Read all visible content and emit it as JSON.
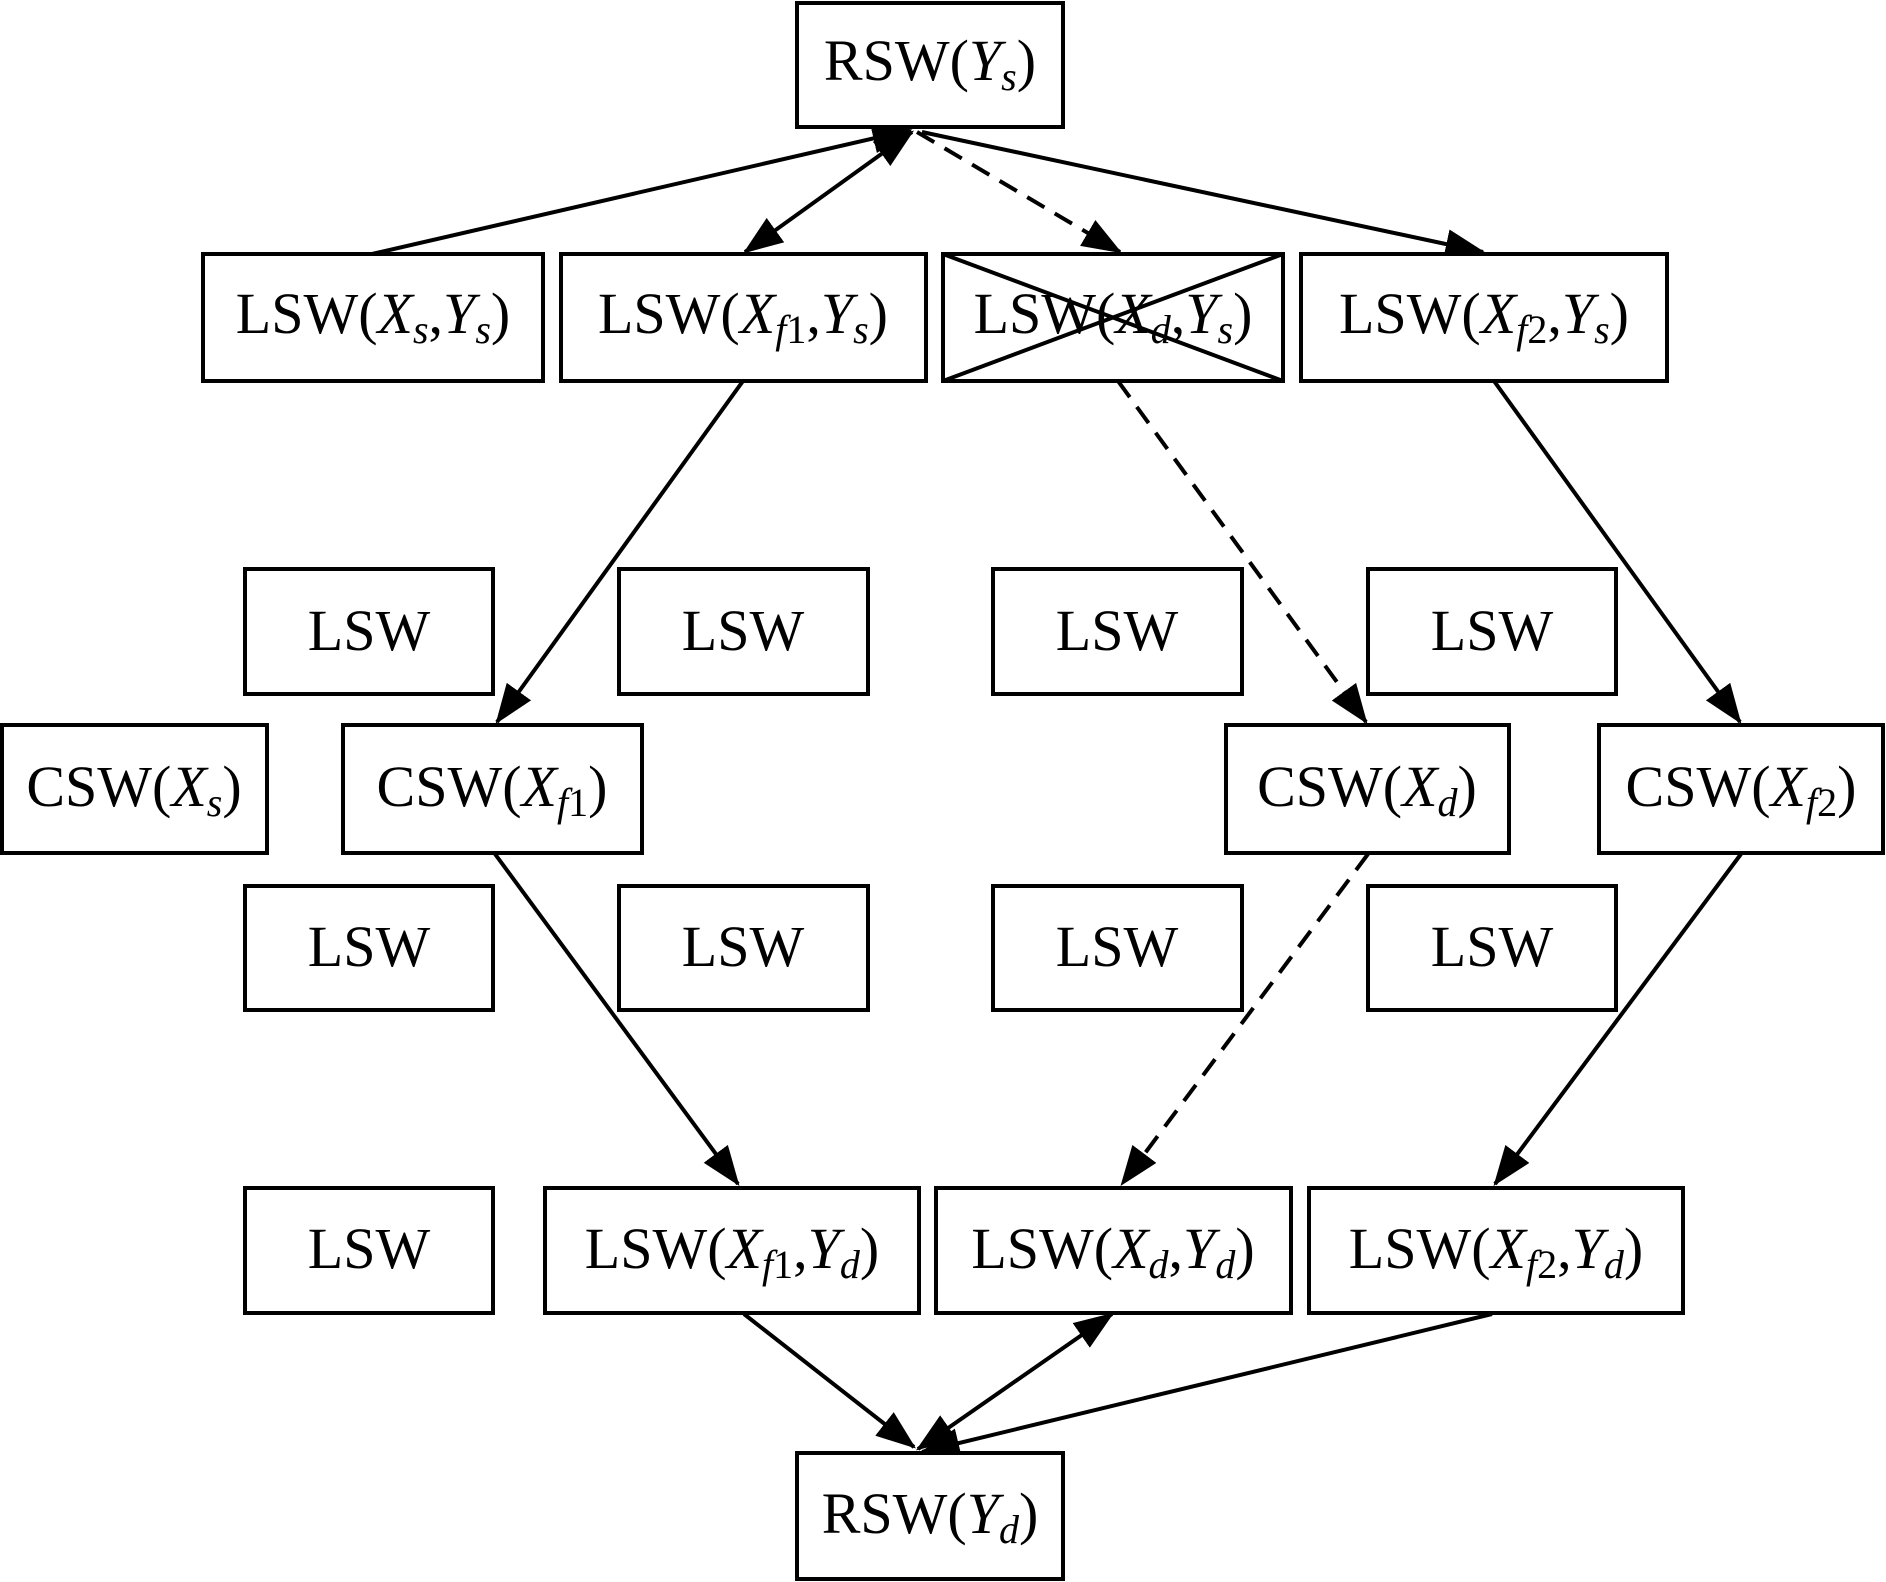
{
  "nodes": {
    "rsw_ys": {
      "base": "RSW(",
      "var": "Y",
      "sub": "s",
      "tail": ")"
    },
    "lsw_xs_ys": {
      "base": "LSW(",
      "var1": "X",
      "sub1": "s",
      "sep": ",",
      "var2": "Y",
      "sub2": "s",
      "tail": ")"
    },
    "lsw_xf1_ys": {
      "base": "LSW(",
      "var1": "X",
      "sub1i": "f",
      "sub1n": "1",
      "sep": ",",
      "var2": "Y",
      "sub2": "s",
      "tail": ")"
    },
    "lsw_xd_ys": {
      "base": "LSW(",
      "var1": "X",
      "sub1": "d",
      "sep": ",",
      "var2": "Y",
      "sub2": "s",
      "tail": ")",
      "crossed_out": true
    },
    "lsw_xf2_ys": {
      "base": "LSW(",
      "var1": "X",
      "sub1i": "f",
      "sub1n": "2",
      "sep": ",",
      "var2": "Y",
      "sub2": "s",
      "tail": ")"
    },
    "lsw_r1": [
      "LSW",
      "LSW",
      "LSW",
      "LSW"
    ],
    "csw_xs": {
      "base": "CSW(",
      "var": "X",
      "sub": "s",
      "tail": ")"
    },
    "csw_xf1": {
      "base": "CSW(",
      "var": "X",
      "subi": "f",
      "subn": "1",
      "tail": ")"
    },
    "csw_xd": {
      "base": "CSW(",
      "var": "X",
      "sub": "d",
      "tail": ")"
    },
    "csw_xf2": {
      "base": "CSW(",
      "var": "X",
      "subi": "f",
      "subn": "2",
      "tail": ")"
    },
    "lsw_r2": [
      "LSW",
      "LSW",
      "LSW",
      "LSW"
    ],
    "lsw_plain_bottom": "LSW",
    "lsw_xf1_yd": {
      "base": "LSW(",
      "var1": "X",
      "sub1i": "f",
      "sub1n": "1",
      "sep": ",",
      "var2": "Y",
      "sub2": "d",
      "tail": ")"
    },
    "lsw_xd_yd": {
      "base": "LSW(",
      "var1": "X",
      "sub1": "d",
      "sep": ",",
      "var2": "Y",
      "sub2": "d",
      "tail": ")"
    },
    "lsw_xf2_yd": {
      "base": "LSW(",
      "var1": "X",
      "sub1i": "f",
      "sub1n": "2",
      "sep": ",",
      "var2": "Y",
      "sub2": "d",
      "tail": ")"
    },
    "rsw_yd": {
      "base": "RSW(",
      "var": "Y",
      "sub": "d",
      "tail": ")"
    }
  },
  "edges": [
    {
      "from": "lsw_xs_ys",
      "to": "rsw_ys",
      "style": "solid",
      "direction": "forward"
    },
    {
      "from": "rsw_ys",
      "to": "lsw_xf1_ys",
      "style": "solid",
      "direction": "both"
    },
    {
      "from": "rsw_ys",
      "to": "lsw_xd_ys",
      "style": "dashed",
      "direction": "forward"
    },
    {
      "from": "rsw_ys",
      "to": "lsw_xf2_ys",
      "style": "solid",
      "direction": "forward"
    },
    {
      "from": "lsw_xf1_ys",
      "to": "csw_xf1",
      "style": "solid",
      "direction": "forward"
    },
    {
      "from": "lsw_xd_ys",
      "to": "csw_xd",
      "style": "dashed",
      "direction": "forward"
    },
    {
      "from": "lsw_xf2_ys",
      "to": "csw_xf2",
      "style": "solid",
      "direction": "forward"
    },
    {
      "from": "csw_xf1",
      "to": "lsw_xf1_yd",
      "style": "solid",
      "direction": "forward"
    },
    {
      "from": "csw_xd",
      "to": "lsw_xd_yd",
      "style": "dashed",
      "direction": "forward"
    },
    {
      "from": "csw_xf2",
      "to": "lsw_xf2_yd",
      "style": "solid",
      "direction": "forward"
    },
    {
      "from": "lsw_xf1_yd",
      "to": "rsw_yd",
      "style": "solid",
      "direction": "forward"
    },
    {
      "from": "lsw_xd_yd",
      "to": "rsw_yd",
      "style": "solid",
      "direction": "both"
    },
    {
      "from": "lsw_xf2_yd",
      "to": "rsw_yd",
      "style": "solid",
      "direction": "forward"
    }
  ],
  "colors": {
    "stroke": "#000000",
    "background": "#ffffff"
  }
}
